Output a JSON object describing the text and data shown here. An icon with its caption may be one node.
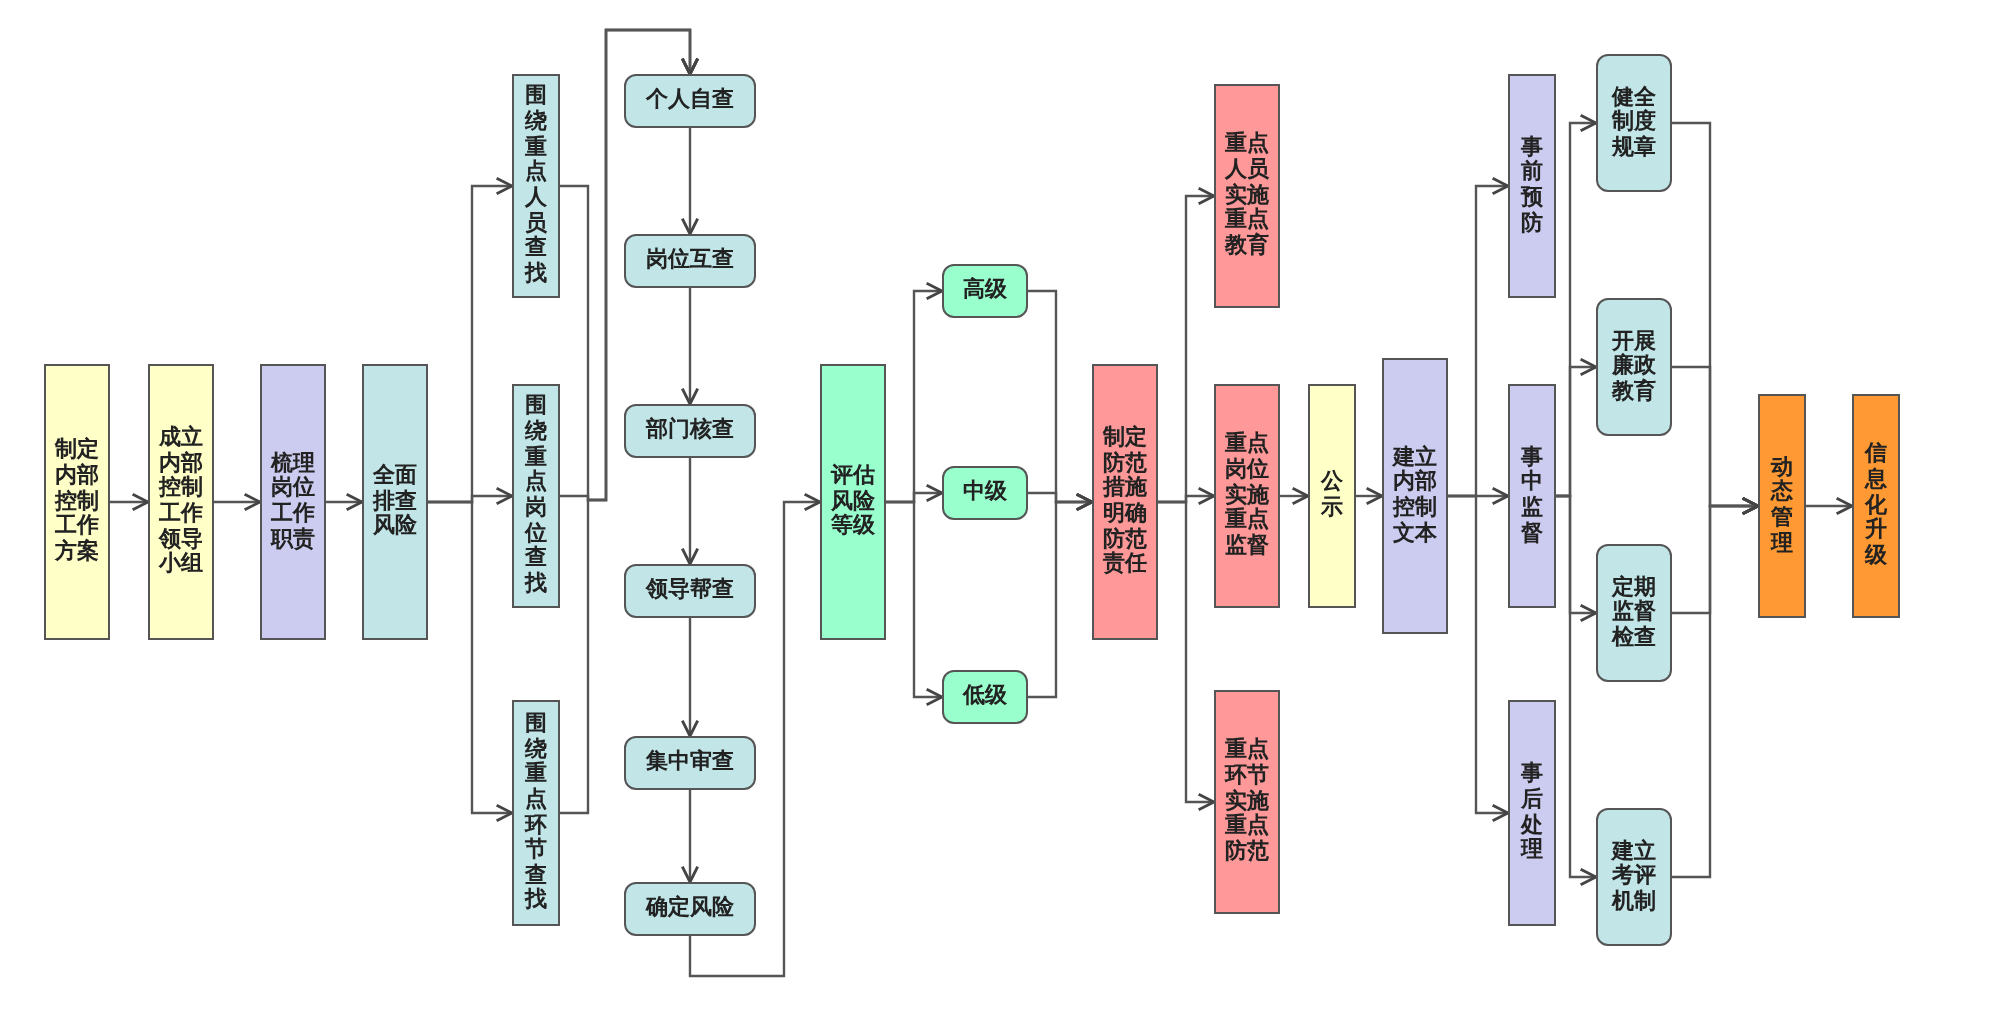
{
  "diagram": {
    "nodes": [
      {
        "text": [
          "制定内部控制工作方案"
        ]
      },
      {
        "text": [
          "成立内部控制工作领导小组"
        ]
      },
      {
        "text": [
          "梳理岗位工作职责"
        ]
      },
      {
        "text": [
          "全面排查风险"
        ]
      },
      {
        "text": [
          "围绕重点人员查找"
        ]
      },
      {
        "text": [
          "围绕重点岗位查找"
        ]
      },
      {
        "text": [
          "围绕重点环节查找"
        ]
      },
      {
        "text": [
          "个人自查"
        ]
      },
      {
        "text": [
          "岗位互查"
        ]
      },
      {
        "text": [
          "部门核查"
        ]
      },
      {
        "text": [
          "领导帮查"
        ]
      },
      {
        "text": [
          "集中审查"
        ]
      },
      {
        "text": [
          "确定风险"
        ]
      },
      {
        "text": [
          "评估风险等级"
        ]
      },
      {
        "text": [
          "高级"
        ]
      },
      {
        "text": [
          "中级"
        ]
      },
      {
        "text": [
          "低级"
        ]
      },
      {
        "text": [
          "制定防范措施明确防范责任"
        ]
      },
      {
        "text": [
          "重点人员实施重点教育"
        ]
      },
      {
        "text": [
          "重点岗位实施重点监督"
        ]
      },
      {
        "text": [
          "重点环节实施重点防范"
        ]
      },
      {
        "text": [
          "公示"
        ]
      },
      {
        "text": [
          "建立内部控制文本"
        ]
      },
      {
        "text": [
          "事前预防"
        ]
      },
      {
        "text": [
          "事中监督"
        ]
      },
      {
        "text": [
          "事后处理"
        ]
      },
      {
        "text": [
          "健全制度规章"
        ]
      },
      {
        "text": [
          "开展廉政教育"
        ]
      },
      {
        "text": [
          "定期监督检查"
        ]
      },
      {
        "text": [
          "建立考评机制"
        ]
      },
      {
        "text": [
          "动态管理"
        ]
      },
      {
        "text": [
          "信息化升级"
        ]
      }
    ],
    "edges": [
      {
        "from": 0,
        "to": 1,
        "arrow": "to"
      },
      {
        "from": 1,
        "to": 2,
        "arrow": "to"
      },
      {
        "from": 2,
        "to": 3,
        "arrow": "to"
      },
      {
        "from": 3,
        "to": 4,
        "arrow": "to"
      },
      {
        "from": 3,
        "to": 5,
        "arrow": "to"
      },
      {
        "from": 3,
        "to": 6,
        "arrow": "to"
      },
      {
        "from": 4,
        "to": 7,
        "arrow": "to"
      },
      {
        "from": 5,
        "to": 7,
        "arrow": "to"
      },
      {
        "from": 6,
        "to": 7,
        "arrow": "to"
      },
      {
        "from": 7,
        "to": 8,
        "arrow": "to"
      },
      {
        "from": 8,
        "to": 9,
        "arrow": "to"
      },
      {
        "from": 9,
        "to": 10,
        "arrow": "to"
      },
      {
        "from": 10,
        "to": 11,
        "arrow": "to"
      },
      {
        "from": 11,
        "to": 12,
        "arrow": "to"
      },
      {
        "from": 12,
        "to": 13,
        "arrow": "to"
      },
      {
        "from": 13,
        "to": 14,
        "arrow": "to"
      },
      {
        "from": 13,
        "to": 15,
        "arrow": "to"
      },
      {
        "from": 13,
        "to": 16,
        "arrow": "to"
      },
      {
        "from": 14,
        "to": 17,
        "arrow": "to"
      },
      {
        "from": 15,
        "to": 17,
        "arrow": "to"
      },
      {
        "from": 16,
        "to": 17,
        "arrow": "to"
      },
      {
        "from": 17,
        "to": 18,
        "arrow": "to"
      },
      {
        "from": 17,
        "to": 19,
        "arrow": "to"
      },
      {
        "from": 17,
        "to": 20,
        "arrow": "to"
      },
      {
        "from": 19,
        "to": 21,
        "arrow": "to"
      },
      {
        "from": 21,
        "to": 22,
        "arrow": "to"
      },
      {
        "from": 22,
        "to": 23,
        "arrow": "to"
      },
      {
        "from": 22,
        "to": 24,
        "arrow": "to"
      },
      {
        "from": 22,
        "to": 25,
        "arrow": "to"
      },
      {
        "from": 24,
        "to": 26,
        "arrow": "to"
      },
      {
        "from": 24,
        "to": 27,
        "arrow": "to"
      },
      {
        "from": 24,
        "to": 28,
        "arrow": "to"
      },
      {
        "from": 24,
        "to": 29,
        "arrow": "to"
      },
      {
        "from": 26,
        "to": 30,
        "arrow": "to"
      },
      {
        "from": 27,
        "to": 30,
        "arrow": "to"
      },
      {
        "from": 28,
        "to": 30,
        "arrow": "to"
      },
      {
        "from": 29,
        "to": 30,
        "arrow": "to"
      },
      {
        "from": 30,
        "to": 31,
        "arrow": "to"
      }
    ]
  }
}
